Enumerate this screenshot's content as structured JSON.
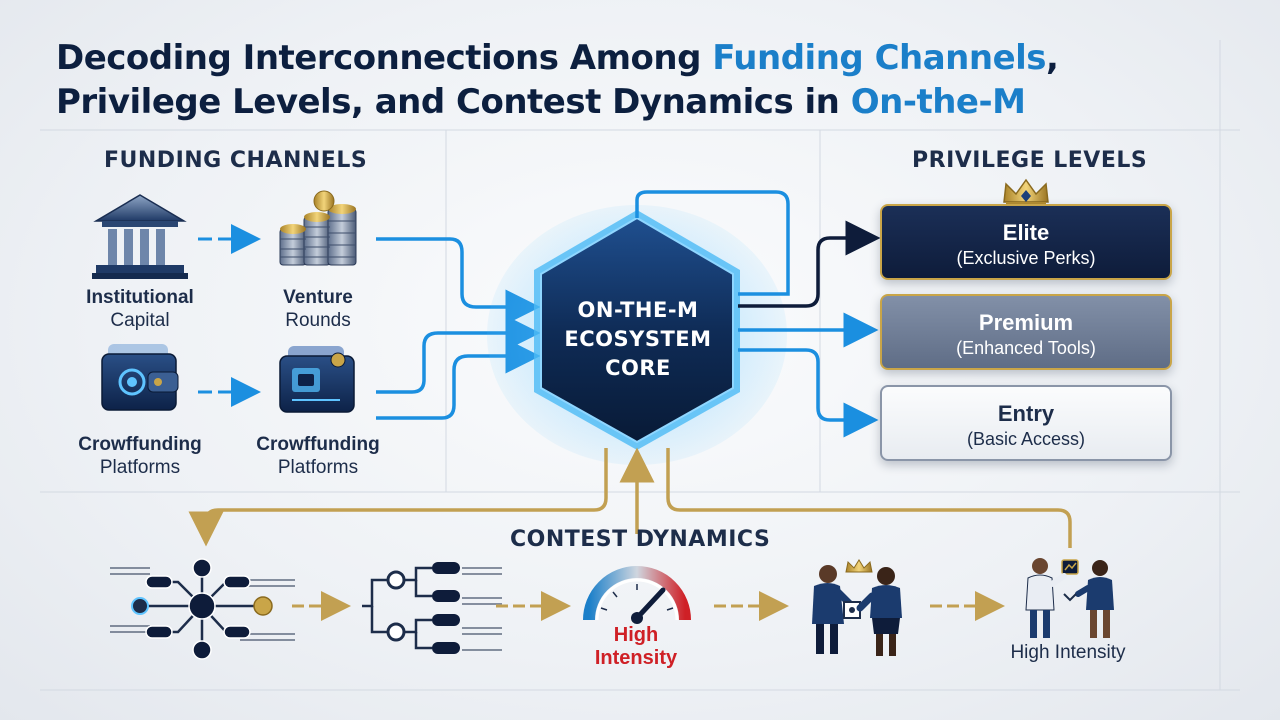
{
  "title": {
    "line1_prefix": "Decoding Interconnections Among ",
    "line1_accent": "Funding Channels",
    "line1_suffix": ",",
    "line2_prefix": "Privilege Levels, and Contest Dynamics in ",
    "line2_accent": "On-the-M"
  },
  "funding": {
    "heading": "FUNDING CHANNELS",
    "items": [
      {
        "line1": "Institutional",
        "line2": "Capital",
        "icon": "bank-icon"
      },
      {
        "line1": "Venture",
        "line2": "Rounds",
        "icon": "coin-stacks-icon"
      },
      {
        "line1": "Crowffunding",
        "line2": "Platforms",
        "icon": "wallet-icon"
      },
      {
        "line1": "Crowffunding",
        "line2": "Platforms",
        "icon": "wallet-chip-icon"
      }
    ]
  },
  "core": {
    "line1": "ON-THE-M",
    "line2": "ECOSYSTEM",
    "line3": "CORE"
  },
  "privilege": {
    "heading": "PRIVILEGE LEVELS",
    "tiers": [
      {
        "name": "Elite",
        "desc": "(Exclusive Perks)"
      },
      {
        "name": "Premium",
        "desc": "(Enhanced Tools)"
      },
      {
        "name": "Entry",
        "desc": "(Basic Access)"
      }
    ]
  },
  "contest": {
    "heading": "CONTEST DYNAMICS",
    "gauge_label_line1": "High",
    "gauge_label_line2": "Intensity",
    "right_label": "High Intensity"
  },
  "colors": {
    "navy": "#0c1f3f",
    "blue_accent": "#1b7fc9",
    "gold": "#c9a548",
    "red": "#cf2026"
  }
}
